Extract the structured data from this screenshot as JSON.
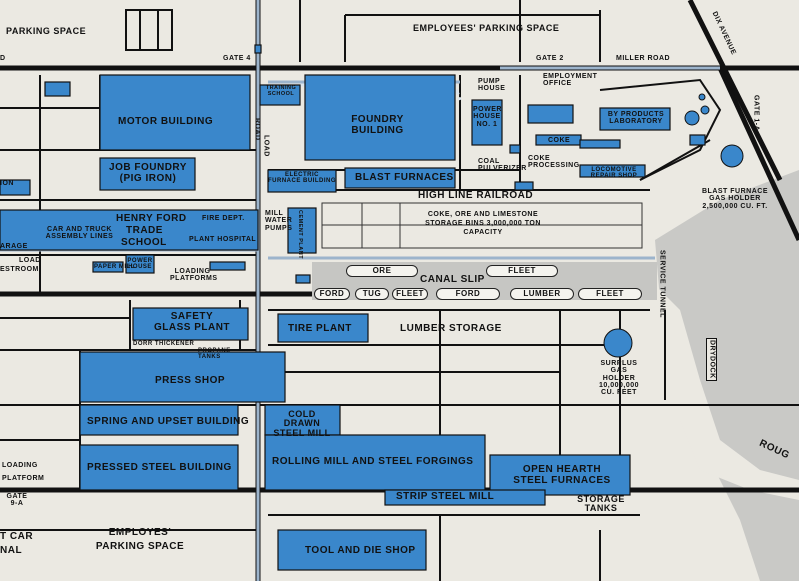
{
  "colors": {
    "building": "#3a87cb",
    "road": "#111111",
    "paper": "#ebe9e2",
    "rail": "#9cb4cc",
    "water": "#c8c8c8",
    "lightroute": "#dce6ee"
  },
  "roads": {
    "employees_parking_top": "EMPLOYEES' PARKING SPACE",
    "parking_space_top_left": "PARKING SPACE",
    "gate_4": "GATE 4",
    "gate_2": "GATE 2",
    "miller_road": "MILLER ROAD",
    "dix_avenue": "DIX AVENUE",
    "gate_1a": "GATE 1-A",
    "gate_9a": "GATE 9-A",
    "employes_parking_bottom": "EMPLOYES' PARKING SPACE",
    "car_terminal_fragment": "T CAR NAL",
    "road_fragment_left": "D",
    "rouge_fragment": "ROUG",
    "road_label_vertical": "ROAD",
    "load_label": "LOAD",
    "drydock": "DRYDOCK",
    "service_tunnel": "SERVICE TUNNEL",
    "high_line_railroad": "HIGH LINE RAILROAD",
    "canal_slip": "CANAL SLIP"
  },
  "buildings": {
    "motor_building": "MOTOR BUILDING",
    "foundry_building": "FOUNDRY BUILDING",
    "training_school": "TRAINING SCHOOL",
    "pump_house": "PUMP HOUSE",
    "employment_office": "EMPLOYMENT OFFICE",
    "power_house": "POWER HOUSE No. 1",
    "by_products_laboratory": "BY PRODUCTS LABORATORY",
    "coke": "COKE",
    "coal_pulverizer": "COAL PULVERIZER",
    "coke_processing": "COKE PROCESSING",
    "locomotive_repair": "LOCOMOTIVE REPAIR SHOP",
    "blast_furnace_gas_holder": "BLAST FURNACE GAS HOLDER 2,500,000 CU. FT.",
    "job_foundry": "JOB FOUNDRY (PIG IRON)",
    "electric_furnace": "ELECTRIC FURNACE BUILDING",
    "blast_furnaces": "BLAST FURNACES",
    "trade_school_name": "HENRY FORD",
    "trade_school_mid": "TRADE",
    "trade_school_bottom": "SCHOOL",
    "car_truck": "CAR AND TRUCK ASSEMBLY LINES",
    "fire_dept": "FIRE DEPT.",
    "plant_hospital": "PLANT HOSPITAL",
    "mill_water_pumps": "MILL WATER PUMPS",
    "cement_plant": "CEMENT PLANT",
    "coke_ore_storage": "COKE, ORE AND LIMESTONE STORAGE BINS 3,000,000 TON CAPACITY",
    "garage_fragment": "ARAGE",
    "ion_fragment": "ION",
    "restroom_fragment": "ESTROOM",
    "load_left": "LOAD",
    "paper_mill": "PAPER MILL",
    "power_house_small": "POWER HOUSE",
    "loading_platforms": "LOADING PLATFORMS",
    "safety_glass": "SAFETY GLASS PLANT",
    "dorr_thickener": "DORR THICKENER",
    "propane_tanks": "PROPANE TANKS",
    "tire_plant": "TIRE PLANT",
    "lumber_storage": "LUMBER STORAGE",
    "surplus_gas_holder": "SURPLUS GAS HOLDER 10,000,000 CU. FEET",
    "press_shop": "PRESS SHOP",
    "spring_upset": "SPRING AND UPSET BUILDING",
    "pressed_steel": "PRESSED STEEL BUILDING",
    "cold_drawn": "COLD DRAWN STEEL MILL",
    "rolling_mill": "ROLLING MILL AND STEEL FORGINGS",
    "open_hearth": "OPEN HEARTH STEEL FURNACES",
    "strip_steel": "STRIP STEEL MILL",
    "storage_tanks": "STORAGE TANKS",
    "tool_die": "TOOL AND DIE SHOP",
    "loading_fragment_bottom": "LOADING",
    "platform_fragment_bottom": "PLATFORM"
  },
  "canal": {
    "boats_top": [
      "ORE",
      "FLEET"
    ],
    "boats_bottom": [
      "FORD",
      "TUG",
      "FLEET",
      "FORD",
      "LUMBER",
      "FLEET"
    ]
  }
}
